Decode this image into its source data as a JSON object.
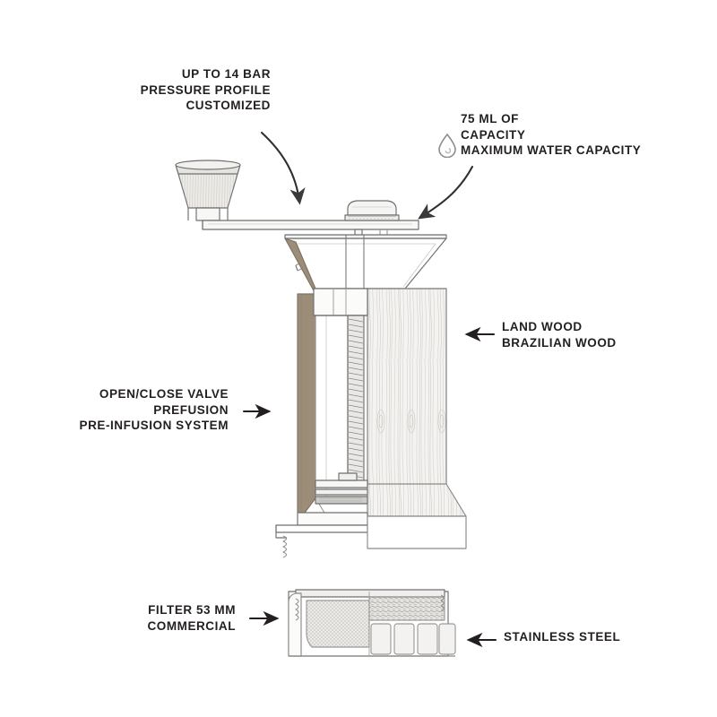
{
  "diagram": {
    "title": "Manual espresso lever press exploded feature diagram",
    "background": "#ffffff",
    "text_color": "#231f20",
    "line_color": "#6f6f6f",
    "wood_color": "#f2f1ee",
    "cut_edge_color": "#9c8d78",
    "metal_color": "#d8d8d6"
  },
  "callouts": [
    {
      "id": "pressure",
      "align": "right",
      "lines": [
        "UP TO 14 BAR",
        "PRESSURE PROFILE",
        "CUSTOMIZED"
      ],
      "connector": "curved-arrow-down-right"
    },
    {
      "id": "capacity",
      "align": "left",
      "icon": "water-drop-icon",
      "lines": [
        "75 ML OF",
        "CAPACITY",
        "MAXIMUM WATER CAPACITY"
      ],
      "connector": "curved-arrow-down-left"
    },
    {
      "id": "wood",
      "align": "left",
      "lines": [
        "LAND WOOD",
        "BRAZILIAN WOOD"
      ],
      "connector": "arrow-left"
    },
    {
      "id": "valve",
      "align": "right",
      "lines": [
        "OPEN/CLOSE VALVE",
        "PREFUSION",
        "PRE-INFUSION SYSTEM"
      ],
      "connector": "arrow-right"
    },
    {
      "id": "filter",
      "align": "right",
      "lines": [
        "FILTER 53 MM",
        "COMMERCIAL"
      ],
      "connector": "arrow-right"
    },
    {
      "id": "steel",
      "align": "left",
      "lines": [
        "STAINLESS STEEL"
      ],
      "connector": "arrow-left"
    }
  ]
}
